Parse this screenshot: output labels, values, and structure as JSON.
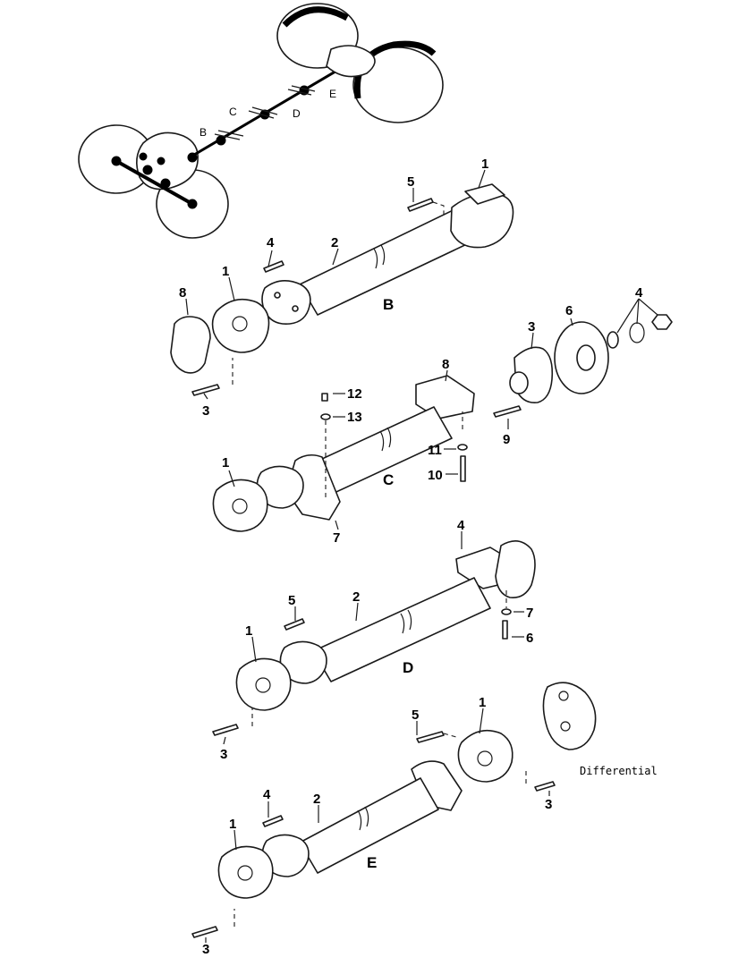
{
  "overview": {
    "letters": [
      "B",
      "C",
      "D",
      "E"
    ]
  },
  "assembly_b": {
    "label": "B",
    "callouts": [
      "1",
      "2",
      "1",
      "4",
      "5",
      "8",
      "3"
    ]
  },
  "assembly_c": {
    "label": "C",
    "callouts": [
      "8",
      "3",
      "6",
      "4",
      "12",
      "13",
      "9",
      "11",
      "10",
      "1",
      "7"
    ]
  },
  "assembly_d": {
    "label": "D",
    "callouts": [
      "4",
      "2",
      "5",
      "1",
      "7",
      "6",
      "3"
    ]
  },
  "assembly_e": {
    "label": "E",
    "callouts": [
      "5",
      "1",
      "4",
      "2",
      "1",
      "3",
      "3"
    ],
    "differential_label": "Differential"
  }
}
